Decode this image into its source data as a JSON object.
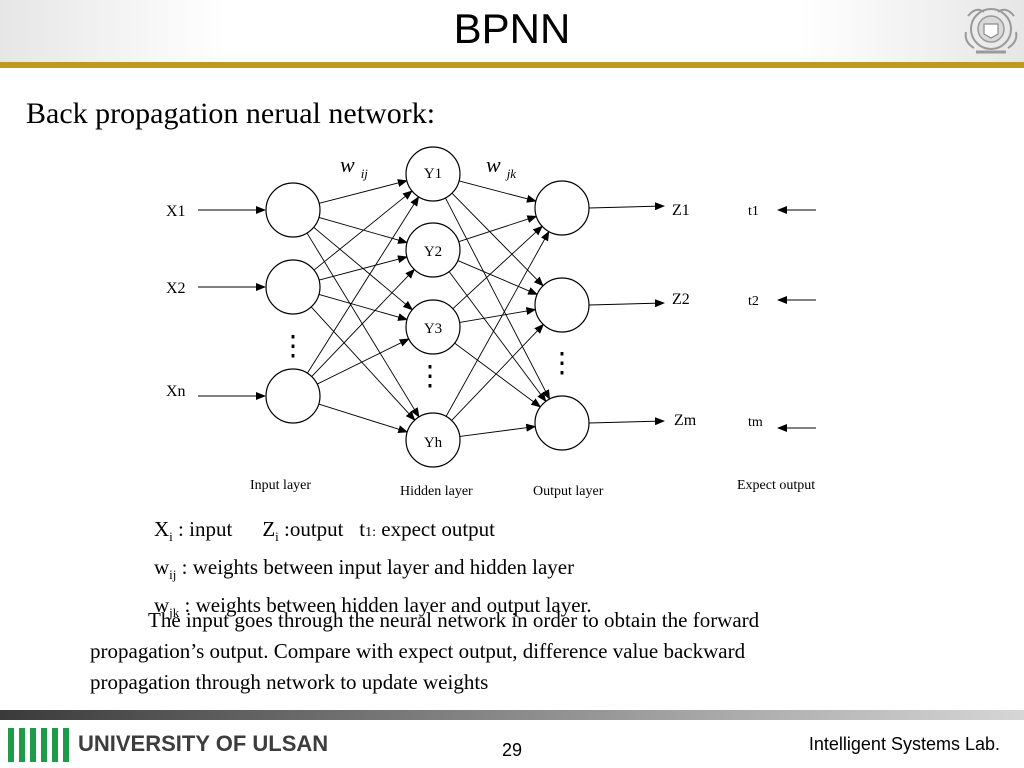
{
  "slide": {
    "title": "BPNN",
    "subtitle": "Back propagation nerual network:",
    "page_number": "29",
    "lab_name": "Intelligent Systems Lab.",
    "university": "UNIVERSITY OF ULSAN",
    "accent_color": "#bf9a22",
    "logo_color": "#1f9a4a"
  },
  "diagram": {
    "inputs": [
      "X1",
      "X2",
      "Xn"
    ],
    "hidden": [
      "Y1",
      "Y2",
      "Y3",
      "Yh"
    ],
    "outputs": [
      "Z1",
      "Z2",
      "Zm"
    ],
    "targets": [
      "t1",
      "t2",
      "tm"
    ],
    "weight_ij": "w",
    "weight_ij_sub": "ij",
    "weight_jk": "w",
    "weight_jk_sub": "jk",
    "layer_labels": {
      "input": "Input layer",
      "hidden": "Hidden layer",
      "output": "Output layer",
      "expect": "Expect output"
    },
    "ellipsis": "⋮"
  },
  "legend": {
    "xi": "X",
    "xi_sub": "i",
    "xi_desc": " : input",
    "zi": "Z",
    "zi_sub": "i",
    "zi_desc": " :output",
    "t": "t",
    "t_sub": "1:",
    "t_desc": " expect output",
    "wij": "w",
    "wij_sub": "ij",
    "wij_desc": " : weights between input layer and hidden layer",
    "wjk": "w",
    "wjk_sub": "jk",
    "wjk_desc": " : weights between hidden layer and output layer."
  },
  "paragraph": {
    "line1": "The input goes through the neural network in order to obtain the forward",
    "line2": "propagation’s output. Compare with expect output, difference value backward",
    "line3": "propagation through network to update weights"
  }
}
